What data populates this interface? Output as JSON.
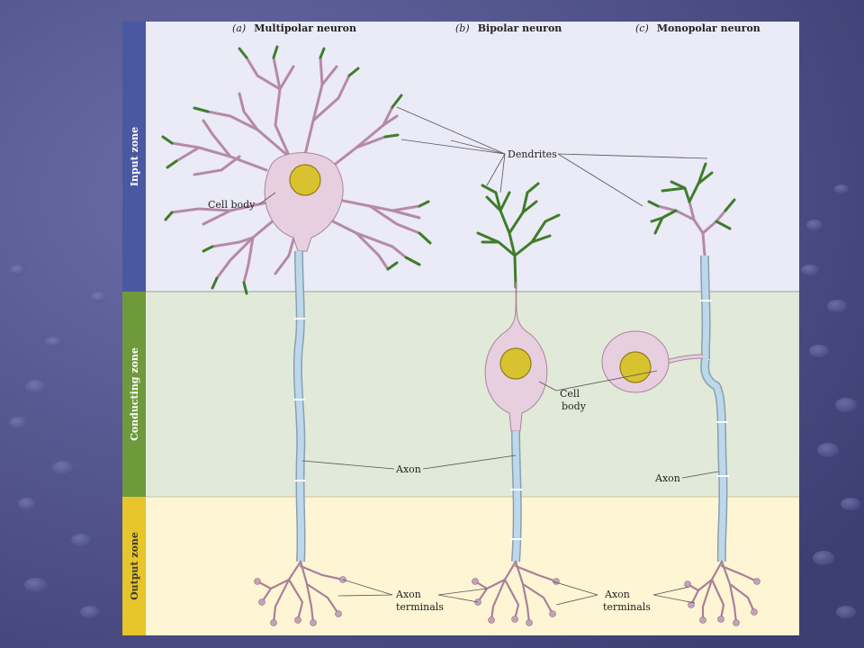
{
  "headings": [
    {
      "tag": "(a)",
      "title": "Multipolar neuron"
    },
    {
      "tag": "(b)",
      "title": "Bipolar neuron"
    },
    {
      "tag": "(c)",
      "title": "Monopolar neuron"
    }
  ],
  "zones": {
    "input": {
      "label": "Input zone",
      "color": "#4a58a2",
      "fill": "#ebeaf7"
    },
    "conducting": {
      "label": "Conducting zone",
      "color": "#6e9a3c",
      "fill": "#e1e9d9"
    },
    "output": {
      "label": "Output zone",
      "color": "#e7c52b",
      "fill": "#fdf5d3"
    }
  },
  "labels": {
    "dendrites": "Dendrites",
    "cell_body_a": "Cell body",
    "cell_body_b_line1": "Cell",
    "cell_body_b_line2": "body",
    "axon_a": "Axon",
    "axon_c": "Axon",
    "terminals_1_line1": "Axon",
    "terminals_1_line2": "terminals",
    "terminals_2_line1": "Axon",
    "terminals_2_line2": "terminals"
  },
  "colors": {
    "background": "#4a4d86",
    "cell_body": "#e8cfe0",
    "nucleus": "#d8c22f",
    "axon_sheath": "#bcd8ea",
    "dendrite": "#b58aa4",
    "dendrite_green": "#3f7d2a"
  }
}
